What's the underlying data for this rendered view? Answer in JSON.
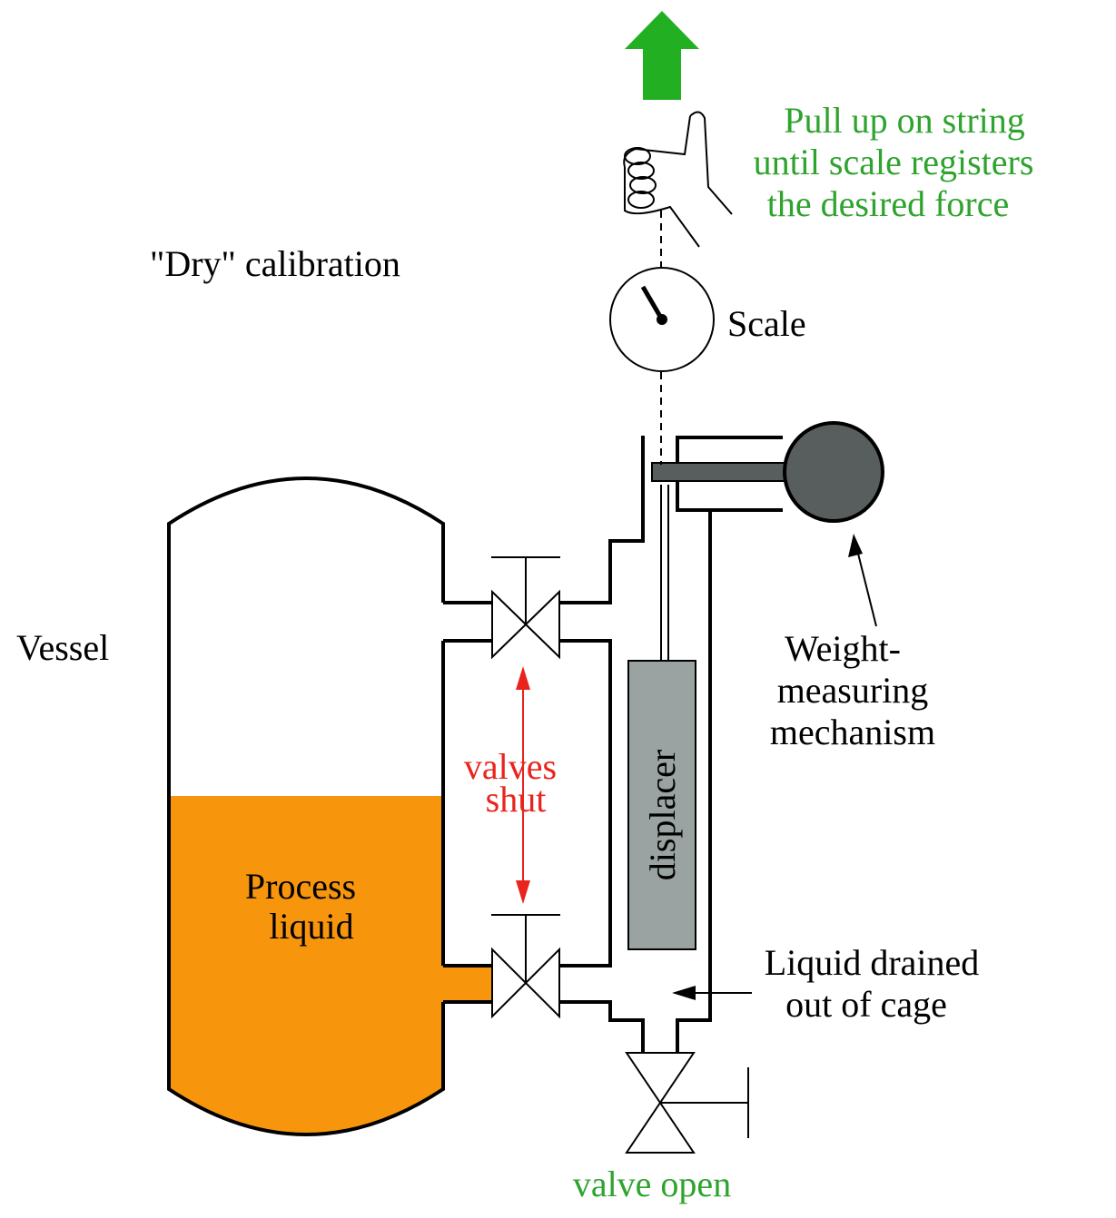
{
  "labels": {
    "title": "\"Dry\" calibration",
    "vessel": "Vessel",
    "process_liquid_line1": "Process",
    "process_liquid_line2": "liquid",
    "scale": "Scale",
    "instruction_line1": "Pull up on string",
    "instruction_line2": "until scale registers",
    "instruction_line3": "the desired force",
    "valves_shut_line1": "valves",
    "valves_shut_line2": "shut",
    "displacer": "displacer",
    "weight_line1": "Weight-",
    "weight_line2": "measuring",
    "weight_line3": "mechanism",
    "drained_line1": "Liquid drained",
    "drained_line2": "out of cage",
    "valve_open": "valve open"
  },
  "colors": {
    "liquid": "#f7960d",
    "arrow_green": "#22b022",
    "text_green": "#2ea32e",
    "text_red": "#e8241c",
    "displacer": "#9aa3a1",
    "mechanism": "#585e5e"
  }
}
